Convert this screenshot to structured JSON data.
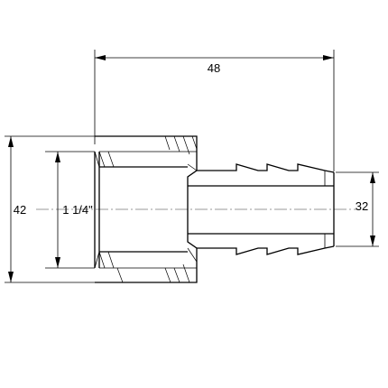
{
  "dimensions": {
    "overall_length": "48",
    "outer_diameter": "42",
    "thread_size": "1 1/4\"",
    "hose_tail_diameter": "32"
  }
}
